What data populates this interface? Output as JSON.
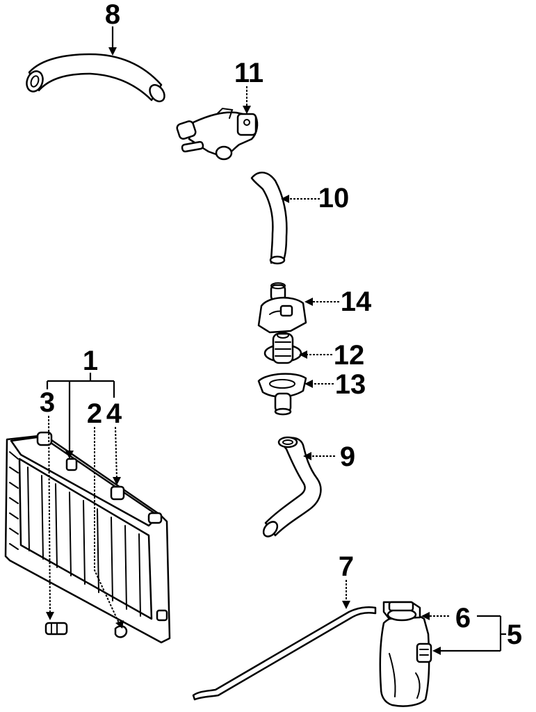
{
  "diagram": {
    "callouts": {
      "c1": "1",
      "c2": "2",
      "c3": "3",
      "c4": "4",
      "c5": "5",
      "c6": "6",
      "c7": "7",
      "c8": "8",
      "c9": "9",
      "c10": "10",
      "c11": "11",
      "c12": "12",
      "c13": "13",
      "c14": "14"
    },
    "colors": {
      "line": "#000000",
      "background": "#ffffff"
    }
  }
}
